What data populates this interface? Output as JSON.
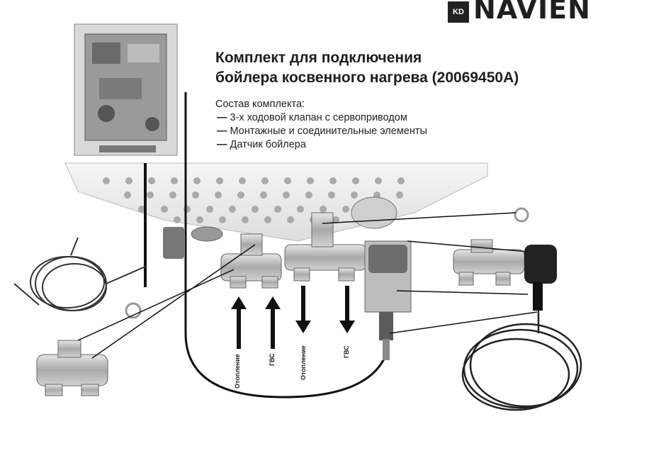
{
  "brand": {
    "mark": "KD",
    "name": "NAVIEN"
  },
  "title": {
    "line1": "Комплект для подключения",
    "line2": "бойлера косвенного нагрева (20069450А)"
  },
  "kit": {
    "heading": "Состав комплекта:",
    "items": [
      "3-х ходовой клапан с сервоприводом",
      "Монтажные и соединительные элементы",
      "Датчик бойлера"
    ]
  },
  "flow_labels": [
    "Отопление",
    "ГВС",
    "Отопление",
    "ГВС"
  ],
  "colors": {
    "ink": "#1a1a1a",
    "metal": "#b5b5b5",
    "panel": "#eeeeee"
  }
}
